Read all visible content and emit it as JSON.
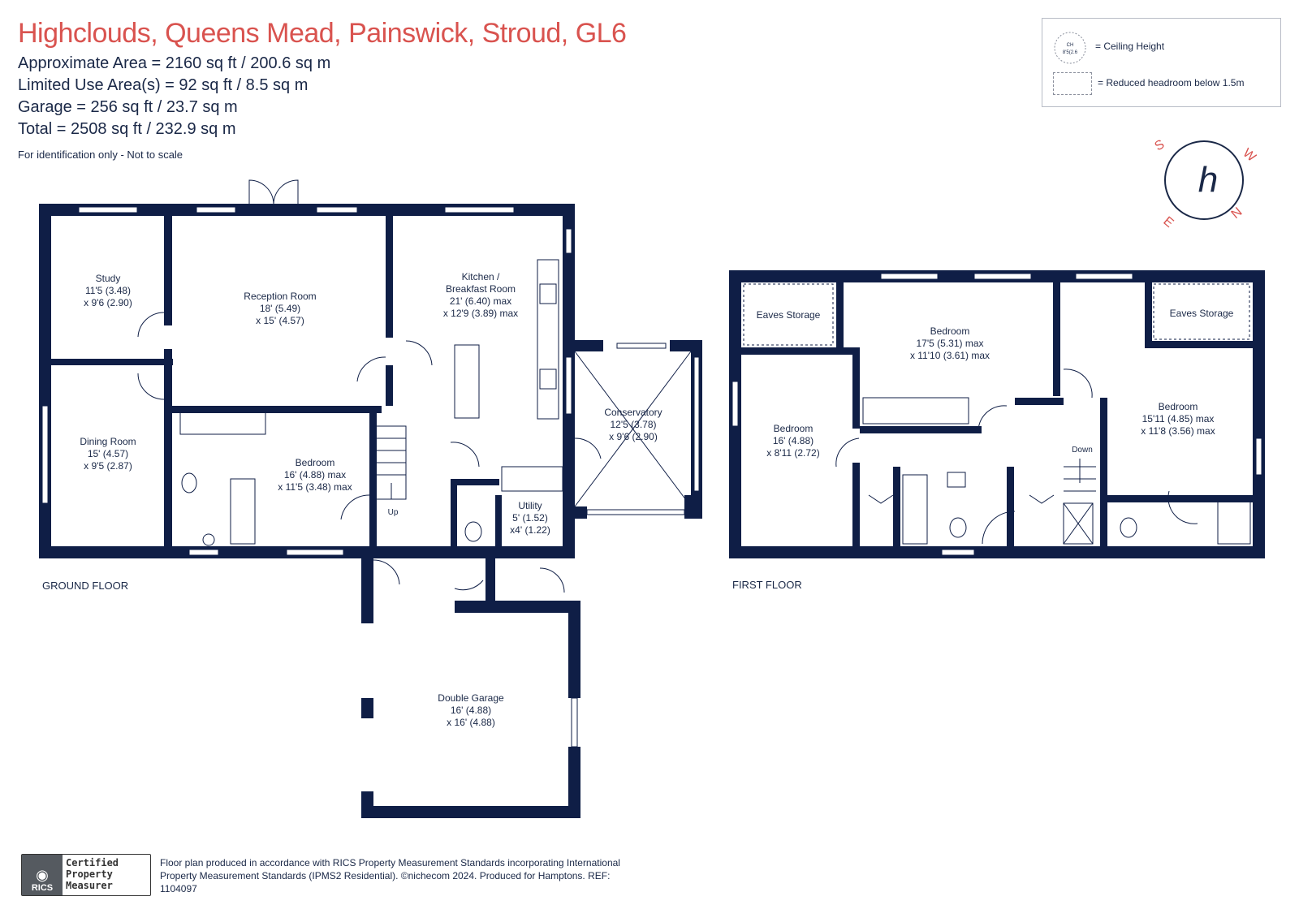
{
  "header": {
    "title": "Highclouds, Queens Mead, Painswick, Stroud, GL6",
    "areas": [
      "Approximate Area = 2160  sq ft / 200.6  sq m",
      "Limited Use Area(s) = 92  sq ft / 8.5  sq m",
      "Garage = 256 sq ft / 23.7  sq m",
      "Total = 2508 sq ft / 232.9 sq m"
    ],
    "note": "For identification only - Not to scale"
  },
  "legend": {
    "ceiling_label": "= Ceiling Height",
    "reduced_label": "= Reduced headroom below 1.5m",
    "ch_sample_top": "CH",
    "ch_sample_bottom": "8'5(2.6"
  },
  "compass": {
    "n": "N",
    "s": "S",
    "e": "E",
    "w": "W",
    "logo": "h"
  },
  "ground_floor": {
    "label": "GROUND FLOOR",
    "rooms": {
      "study": [
        "Study",
        "11'5 (3.48)",
        "x 9'6 (2.90)"
      ],
      "reception": [
        "Reception Room",
        "18' (5.49)",
        "x 15' (4.57)"
      ],
      "kitchen": [
        "Kitchen /",
        "Breakfast Room",
        "21' (6.40) max",
        "x 12'9 (3.89) max"
      ],
      "dining": [
        "Dining Room",
        "15' (4.57)",
        "x 9'5 (2.87)"
      ],
      "bedroom": [
        "Bedroom",
        "16' (4.88) max",
        "x 11'5 (3.48) max"
      ],
      "conservatory": [
        "Conservatory",
        "12'5 (3.78)",
        "x 9'6 (2.90)"
      ],
      "utility": [
        "Utility",
        "5' (1.52)",
        "x4' (1.22)"
      ],
      "garage": [
        "Double Garage",
        "16' (4.88)",
        "x 16' (4.88)"
      ]
    },
    "stairs_label": "Up"
  },
  "first_floor": {
    "label": "FIRST FLOOR",
    "rooms": {
      "eaves_left": "Eaves Storage",
      "eaves_right": "Eaves Storage",
      "bed_mid": [
        "Bedroom",
        "17'5 (5.31) max",
        "x 11'10 (3.61) max"
      ],
      "bed_left": [
        "Bedroom",
        "16' (4.88)",
        "x 8'11 (2.72)"
      ],
      "bed_right": [
        "Bedroom",
        "15'11 (4.85) max",
        "x 11'8 (3.56) max"
      ]
    },
    "stairs_label": "Down"
  },
  "footer": {
    "badge": [
      "Certified",
      "Property",
      "Measurer"
    ],
    "rics": "RICS",
    "text": "Floor plan produced in accordance with RICS Property Measurement Standards incorporating International Property Measurement Standards (IPMS2 Residential).  ©nichecom 2024.   Produced for Hamptons.  REF:  1104097"
  },
  "colors": {
    "wall": "#0f1e46",
    "title": "#d9534f",
    "text": "#1a2847"
  }
}
